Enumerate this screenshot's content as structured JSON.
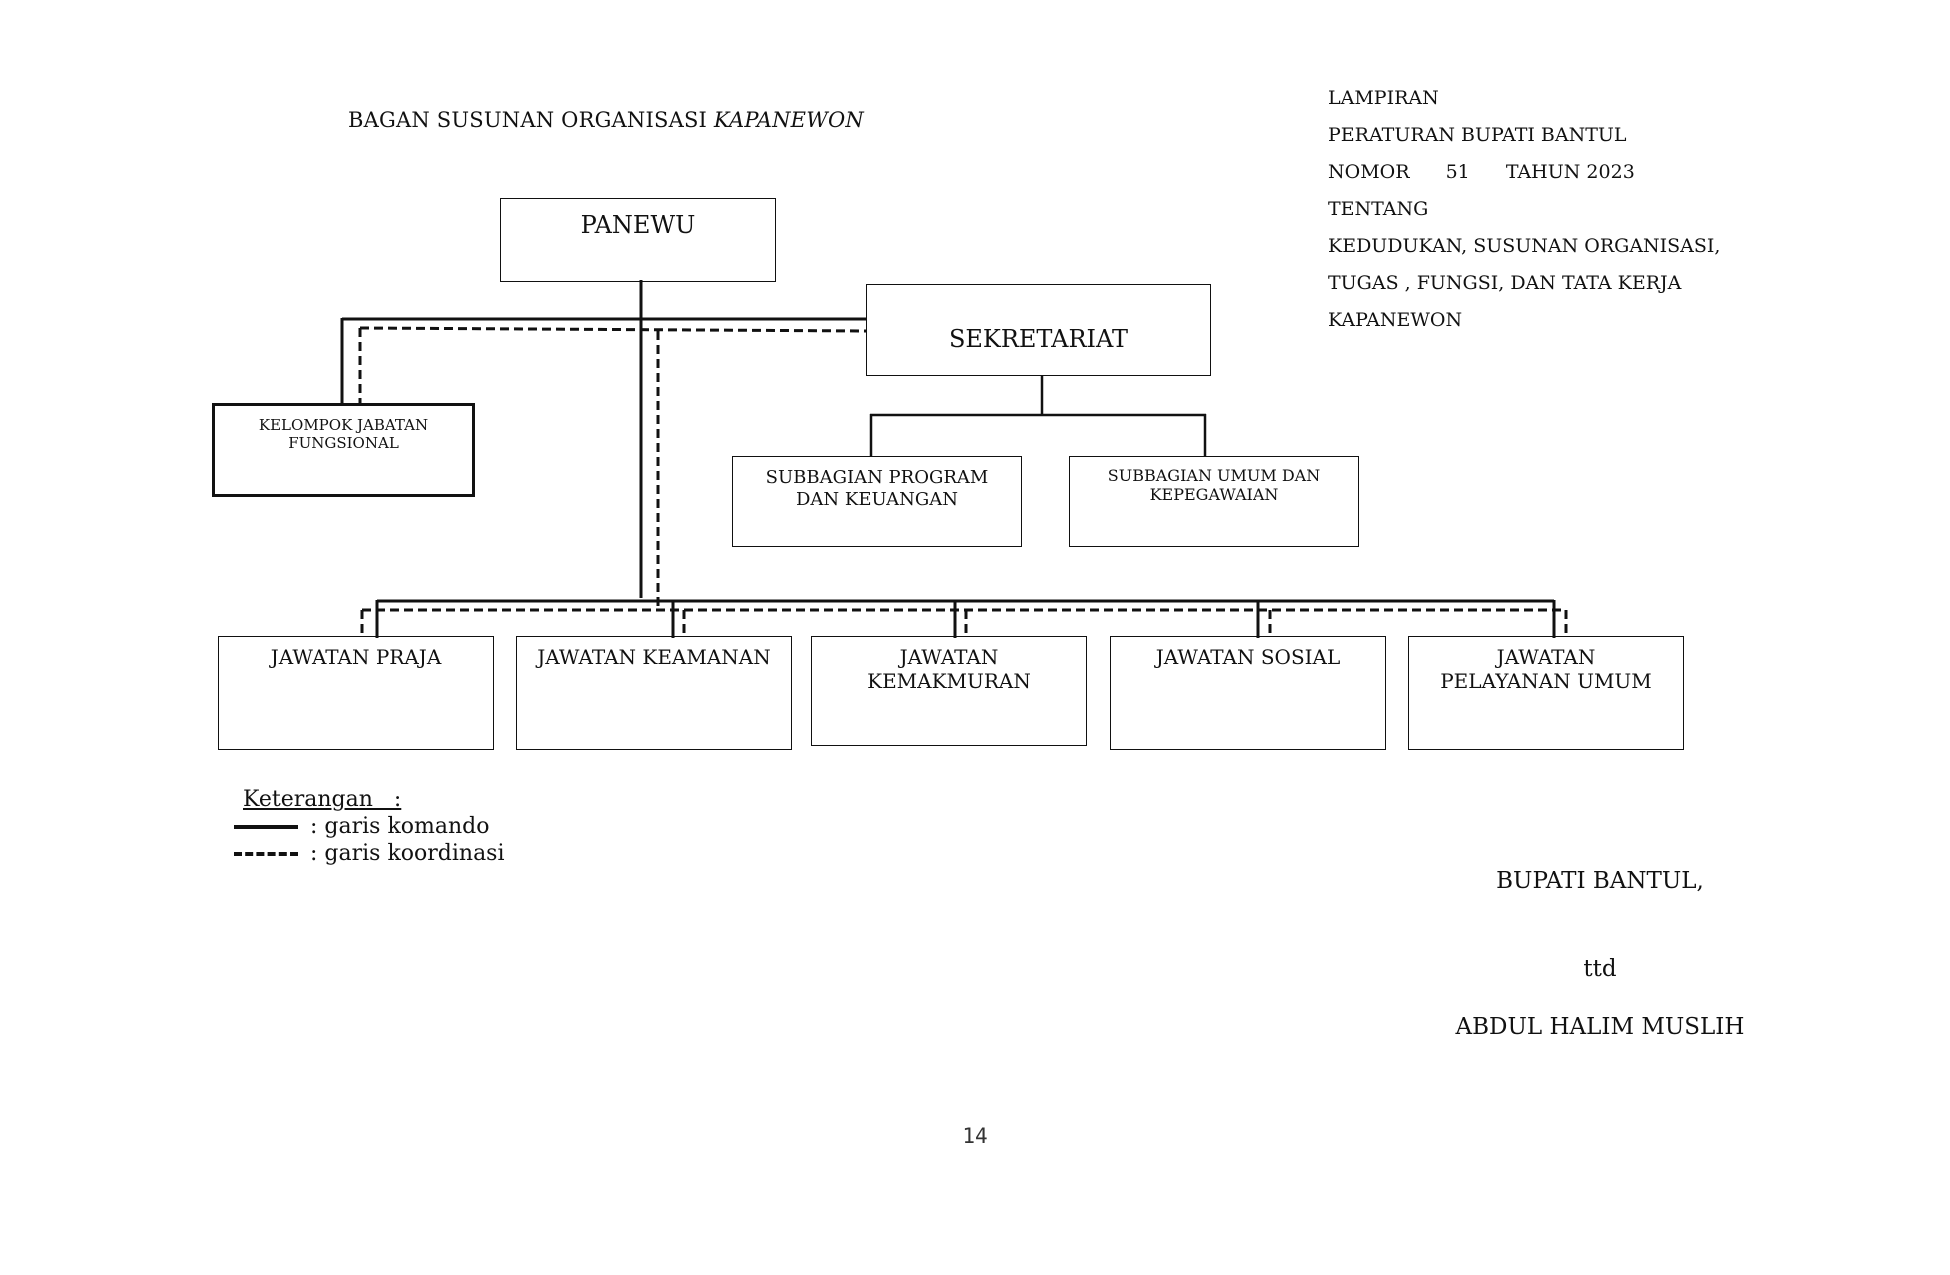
{
  "title": {
    "main": "BAGAN SUSUNAN ORGANISASI",
    "italic": "KAPANEWON"
  },
  "lampiran": {
    "line1": "LAMPIRAN",
    "line2": "PERATURAN BUPATI BANTUL",
    "nomor_label": "NOMOR",
    "nomor_value": "51",
    "tahun_label": "TAHUN 2023",
    "line4": "TENTANG",
    "line5": "KEDUDUKAN, SUSUNAN ORGANISASI,",
    "line6": "TUGAS , FUNGSI, DAN TATA KERJA",
    "line7": "KAPANEWON"
  },
  "boxes": {
    "panewu": "PANEWU",
    "sekretariat": "SEKRETARIAT",
    "kelompok": [
      "KELOMPOK JABATAN",
      "FUNGSIONAL"
    ],
    "subbag_program": [
      "SUBBAGIAN PROGRAM",
      "DAN KEUANGAN"
    ],
    "subbag_umum": [
      "SUBBAGIAN UMUM DAN",
      "KEPEGAWAIAN"
    ],
    "jawatan_praja": "JAWATAN PRAJA",
    "jawatan_keamanan": "JAWATAN KEAMANAN",
    "jawatan_kemakmuran": [
      "JAWATAN",
      "KEMAKMURAN"
    ],
    "jawatan_sosial": "JAWATAN SOSIAL",
    "jawatan_pelayanan": [
      "JAWATAN",
      "PELAYANAN UMUM"
    ]
  },
  "legend": {
    "heading": "Keterangan   :",
    "komando": ": garis komando",
    "koordinasi": ": garis koordinasi"
  },
  "signature": {
    "office": "BUPATI  BANTUL,",
    "ttd": "ttd",
    "name": "ABDUL HALIM MUSLIH"
  },
  "page_number": "14"
}
